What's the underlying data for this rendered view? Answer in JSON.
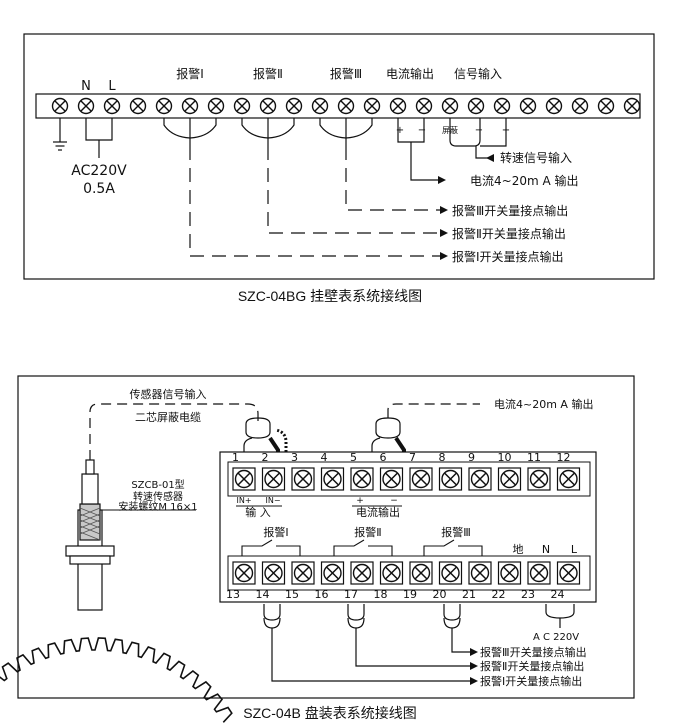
{
  "top": {
    "label_N": "N",
    "label_L": "L",
    "alarm1": "报警Ⅰ",
    "alarm2": "报警Ⅱ",
    "alarm3": "报警Ⅲ",
    "current_out": "电流输出",
    "signal_in": "信号输入",
    "plus": "+",
    "minus": "−",
    "shield": "屏蔽",
    "ac": "AC220V",
    "amp": "0.5A",
    "speed_in": "转速信号输入",
    "current_420": "电流4~20m A 输出",
    "sw3": "报警Ⅲ开关量接点输出",
    "sw2": "报警Ⅱ开关量接点输出",
    "sw1": "报警Ⅰ开关量接点输出",
    "caption": "SZC-04BG 挂壁表系统接线图"
  },
  "bottom": {
    "sensor_signal": "传感器信号输入",
    "cable": "二芯屏蔽电缆",
    "sensor_model": "SZCB-01型",
    "sensor_name": "转速传感器",
    "thread": "安装螺纹M 16×1",
    "current_420": "电流4~20m A 输出",
    "in_plus": "IN+",
    "in_minus": "IN−",
    "input": "输 入",
    "plus": "+",
    "minus": "−",
    "current_out": "电流输出",
    "alarm1": "报警Ⅰ",
    "alarm2": "报警Ⅱ",
    "alarm3": "报警Ⅲ",
    "ground": "地",
    "N": "N",
    "L": "L",
    "ac": "A C 220V",
    "sw3": "报警Ⅲ开关量接点输出",
    "sw2": "报警Ⅱ开关量接点输出",
    "sw1": "报警Ⅰ开关量接点输出",
    "caption": "SZC-04B 盘装表系统接线图",
    "top_numbers": [
      "1",
      "2",
      "3",
      "4",
      "5",
      "6",
      "7",
      "8",
      "9",
      "10",
      "11",
      "12"
    ],
    "bottom_numbers": [
      "13",
      "14",
      "15",
      "16",
      "17",
      "18",
      "19",
      "20",
      "21",
      "22",
      "23",
      "24"
    ]
  }
}
